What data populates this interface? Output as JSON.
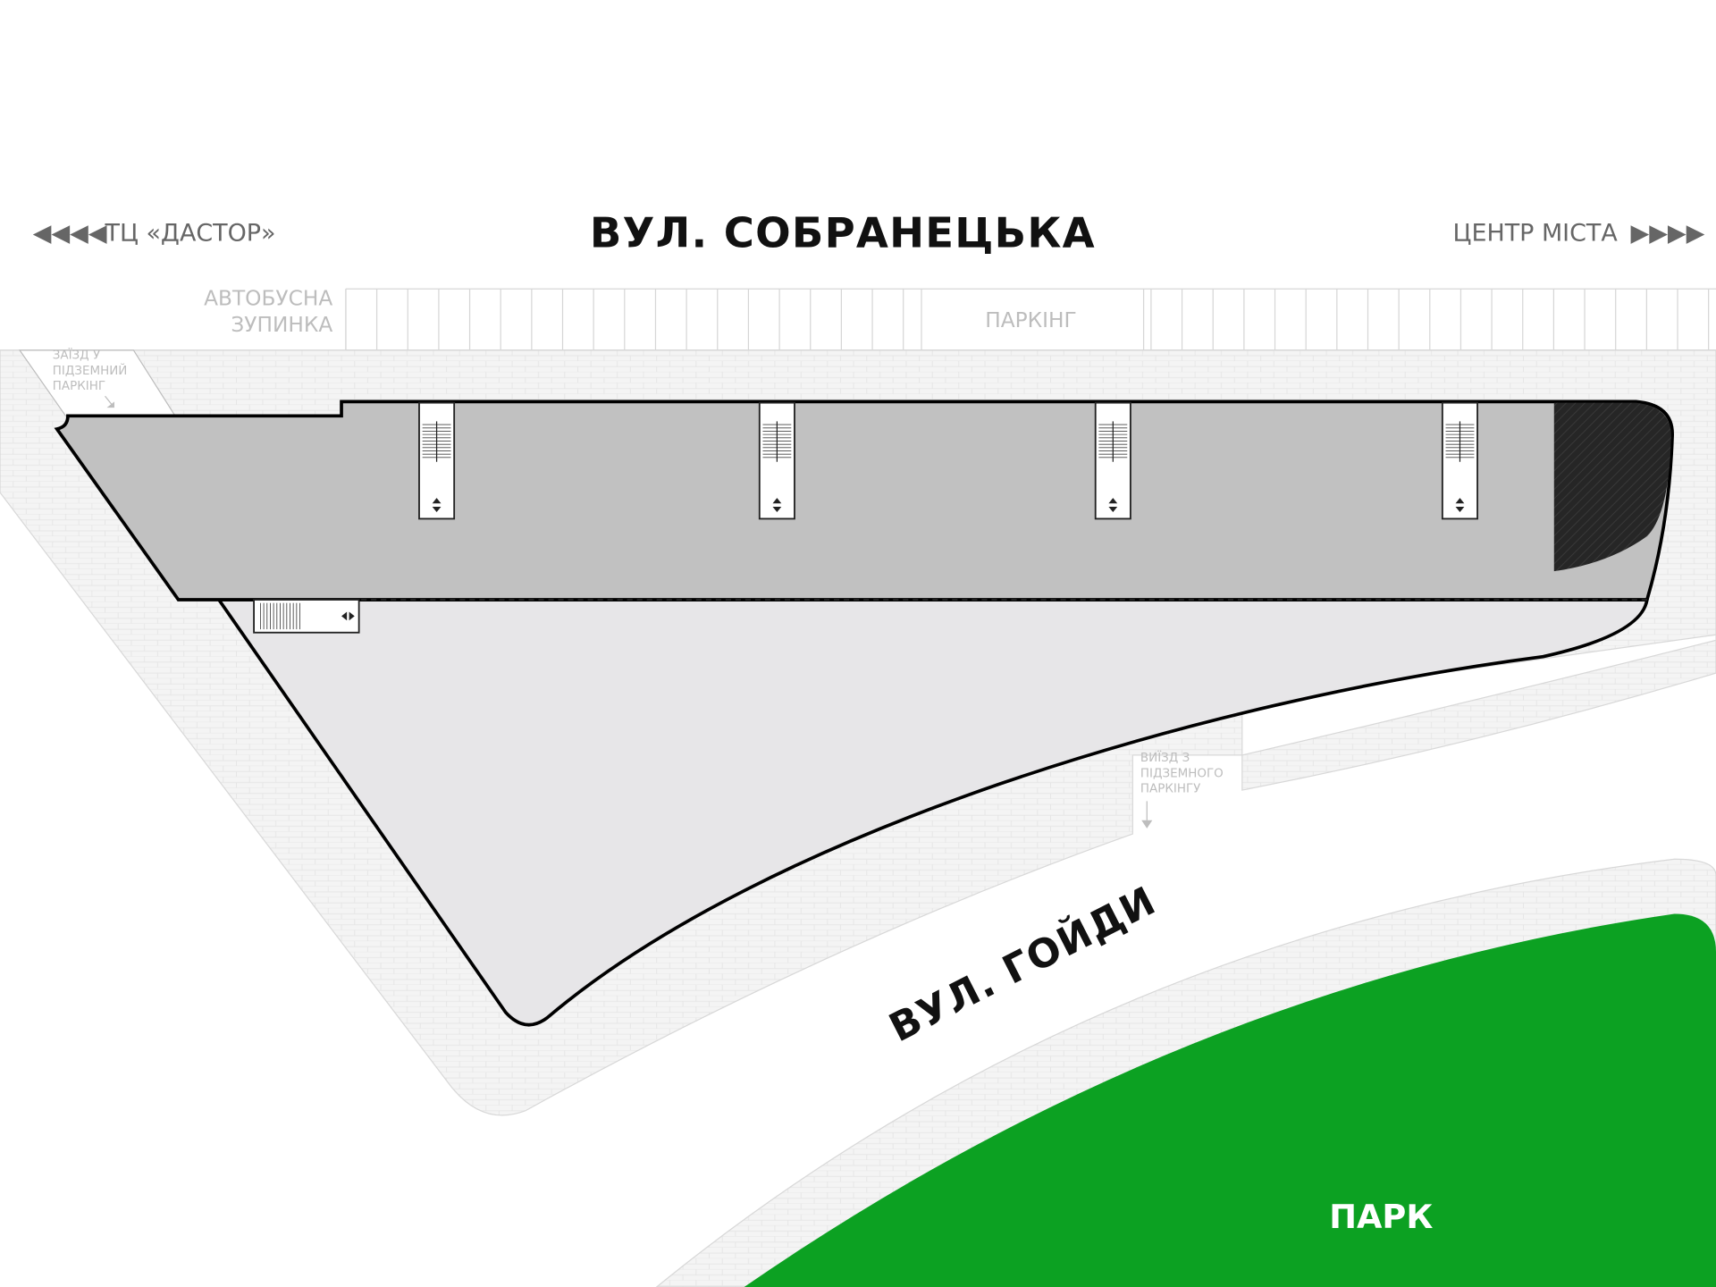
{
  "streets": {
    "top": "ВУЛ. СОБРАНЕЦЬКА",
    "bottom": "ВУЛ. ГОЙДИ"
  },
  "directions": {
    "left": {
      "arrows": "◀◀◀◀",
      "label": "ТЦ «ДАСТОР»"
    },
    "right": {
      "arrows": "▶▶▶▶",
      "label": "ЦЕНТР МІСТА"
    }
  },
  "labels": {
    "bus_stop_line1": "АВТОБУСНА",
    "bus_stop_line2": "ЗУПИНКА",
    "parking": "ПАРКІНГ",
    "entry_line1": "ЗАЇЗД У",
    "entry_line2": "ПІДЗЕМНИЙ",
    "entry_line3": "ПАРКІНГ",
    "exit_line1": "ВИЇЗД З",
    "exit_line2": "ПІДЗЕМНОГО",
    "exit_line3": "ПАРКІНГУ",
    "park": "ПАРК"
  },
  "colors": {
    "park": "#0ca122",
    "building_upper": "#c1c1c1",
    "building_lower": "#e7e6e8",
    "sidewalk": "#f2f2f2",
    "hatched": "#2a2a2a"
  }
}
